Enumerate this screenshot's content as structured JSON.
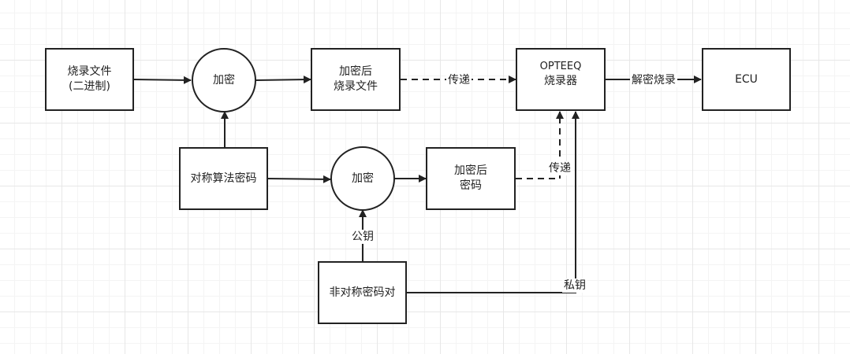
{
  "nodes": {
    "firmware": {
      "line1": "烧录文件",
      "line2": "(二进制)"
    },
    "encrypt_top": {
      "label": "加密"
    },
    "encrypted_firmware": {
      "line1": "加密后",
      "line2": "烧录文件"
    },
    "programmer": {
      "line1": "OPTEEQ",
      "line2": "烧录器"
    },
    "ecu": {
      "label": "ECU"
    },
    "symmetric_key": {
      "label": "对称算法密码"
    },
    "encrypt_bottom": {
      "label": "加密"
    },
    "encrypted_key": {
      "line1": "加密后",
      "line2": "密码"
    },
    "asymmetric_pair": {
      "label": "非对称密码对"
    }
  },
  "edge_labels": {
    "transfer_top": "传递",
    "decrypt_burn": "解密烧录",
    "transfer_bottom": "传递",
    "public_key": "公钥",
    "private_key": "私钥"
  }
}
